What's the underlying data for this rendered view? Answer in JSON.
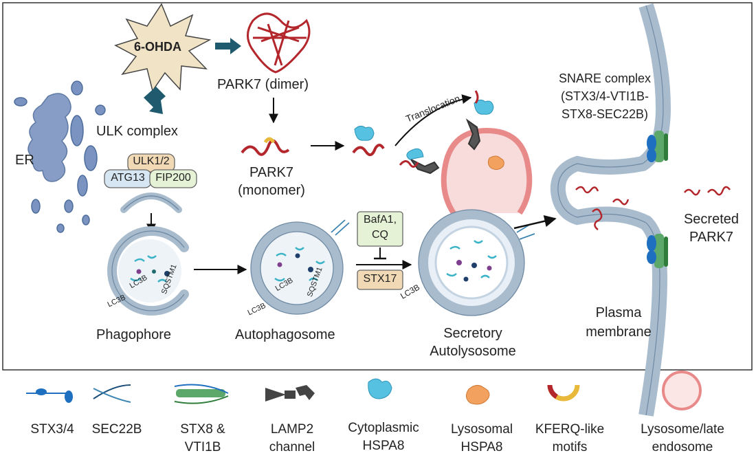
{
  "main": {
    "trigger": "6-OHDA",
    "er": "ER",
    "ulk_complex": "ULK complex",
    "ulk_proteins": {
      "ulk": "ULK1/2",
      "atg13": "ATG13",
      "fip200": "FIP200"
    },
    "park7_dimer": "PARK7 (dimer)",
    "park7_monomer": [
      "PARK7",
      "(monomer)"
    ],
    "translocation": "Translocation",
    "snare_title": [
      "SNARE complex",
      "(STX3/4-VTI1B-",
      "STX8-SEC22B)"
    ],
    "inhibitor": [
      "BafA1,",
      "CQ"
    ],
    "stx17": "STX17",
    "lc3b": "LC3B",
    "sqstm1": "SQSTM1",
    "stages": {
      "phagophore": "Phagophore",
      "autophagosome": "Autophagosome",
      "secretory": [
        "Secretory",
        "Autolysosome"
      ]
    },
    "plasma_membrane": [
      "Plasma",
      "membrane"
    ],
    "secreted": [
      "Secreted",
      "PARK7"
    ]
  },
  "legend": {
    "items": [
      {
        "label": [
          "STX3/4"
        ],
        "icon": "stx-icon"
      },
      {
        "label": [
          "SEC22B"
        ],
        "icon": "sec22b-icon"
      },
      {
        "label": [
          "STX8 &",
          "VTI1B"
        ],
        "icon": "stx8-vti1b-icon"
      },
      {
        "label": [
          "LAMP2",
          "channel"
        ],
        "icon": "lamp2-channel-icon"
      },
      {
        "label": [
          "Cytoplasmic",
          "HSPA8"
        ],
        "icon": "cytoplasmic-hspa8-icon"
      },
      {
        "label": [
          "Lysosomal",
          "HSPA8"
        ],
        "icon": "lysosomal-hspa8-icon"
      },
      {
        "label": [
          "KFERQ-like",
          "motifs"
        ],
        "icon": "kferq-motif-icon"
      },
      {
        "label": [
          "Lysosome/late",
          "endosome"
        ],
        "icon": "lysosome-icon"
      }
    ]
  },
  "colors": {
    "membrane": "#a9bccd",
    "membrane_edge": "#6f8aa3",
    "er": "#7b93c0",
    "park7": "#b3262b",
    "arrow_teal": "#1f5a6e",
    "box_tan": "#f1d9b5",
    "box_blue": "#d6e6f3",
    "box_green": "#e6f2d5",
    "lysosome_pink": "#e88a8a"
  }
}
